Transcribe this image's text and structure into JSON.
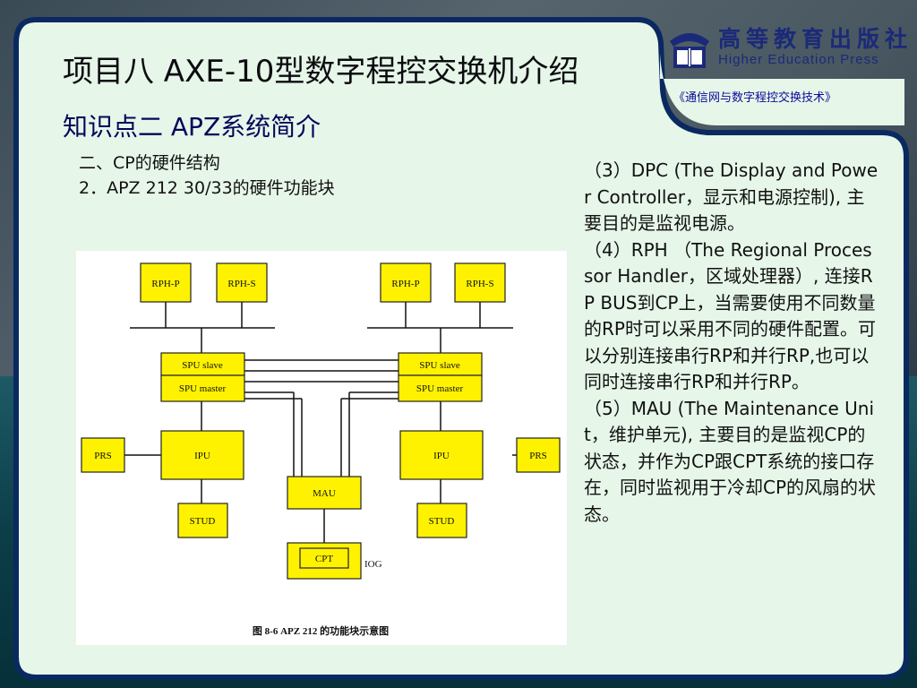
{
  "logo": {
    "cn": "高等教育出版社",
    "en": "Higher Education Press",
    "icon": "press-emblem-icon"
  },
  "title": "项目八 AXE-10型数字程控交换机介绍",
  "subtitle": "知识点二 APZ系统简介",
  "book_ref": "《通信网与数字程控交换技术》",
  "section": {
    "heading": "二、CP的硬件结构",
    "subheading": "2．APZ 212 30/33的硬件功能块"
  },
  "diagram": {
    "caption": "图 8-6   APZ 212 的功能块示意图",
    "blocks": {
      "rphp": "RPH-P",
      "rphs": "RPH-S",
      "spu_slave": "SPU slave",
      "spu_master": "SPU  master",
      "prs": "PRS",
      "ipu": "IPU",
      "stud": "STUD",
      "mau": "MAU",
      "cpt": "CPT",
      "iog": "IOG"
    }
  },
  "paragraphs": [
    "（3）DPC (The Display and Power Controller，显示和电源控制), 主要目的是监视电源。",
    "（4）RPH （The Regional Processor Handler，区域处理器）, 连接RP BUS到CP上，当需要使用不同数量的RP时可以采用不同的硬件配置。可以分别连接串行RP和并行RP,也可以同时连接串行RP和并行RP。",
    "（5）MAU (The Maintenance Unit，维护单元), 主要目的是监视CP的状态，并作为CP跟CPT系统的接口存在，同时监视用于冷却CP的风扇的状态。"
  ]
}
